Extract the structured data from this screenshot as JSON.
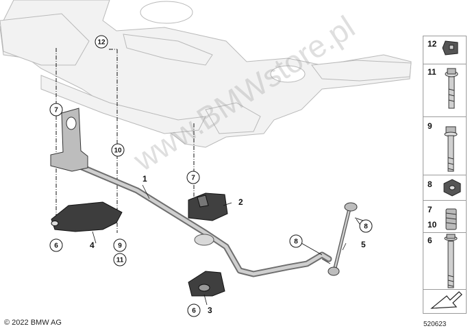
{
  "copyright": "© 2022 BMW AG",
  "diagram_number": "520623",
  "watermark": "www.BMWstore.pl",
  "part_labels": {
    "stabilizer": "1",
    "bracket_right": "2",
    "bracket_lower_right": "3",
    "bracket_left": "4",
    "link_rod": "5"
  },
  "callouts": {
    "c12_top": "12",
    "c7_left": "7",
    "c10_mid": "10",
    "c7_right": "7",
    "c6_left": "6",
    "c9_mid": "9",
    "c11_mid": "11",
    "c6_right": "6",
    "c8_link_upper": "8",
    "c8_link_lower": "8"
  },
  "legend": [
    {
      "number": "12",
      "icon": "clip-nut"
    },
    {
      "number": "11",
      "icon": "flange-bolt"
    },
    {
      "number": "9",
      "icon": "hex-bolt"
    },
    {
      "number": "8",
      "icon": "hex-nut"
    },
    {
      "number": "7",
      "number2": "10",
      "icon": "threaded-insert"
    },
    {
      "number": "6",
      "icon": "long-bolt"
    },
    {
      "number": "",
      "icon": "arrow-icon"
    }
  ]
}
